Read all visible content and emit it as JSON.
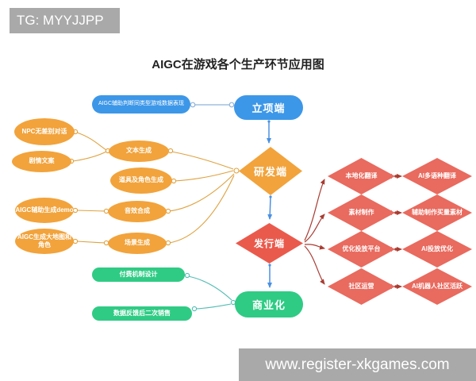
{
  "watermarks": {
    "top": "TG: MYYJJPP",
    "bottom": "www.register-xkgames.com"
  },
  "diagram": {
    "title": "AIGC在游戏各个生产环节应用图",
    "stages": {
      "initiation": "立项端",
      "development": "研发端",
      "publishing": "发行端",
      "commercialization": "商业化"
    },
    "initiation_input": "AIGC辅助判断同类型游戏数据表现",
    "dev_examples": [
      "NPC无差别对话",
      "剧情文案",
      "AIGC辅助生成demo",
      "AIGC生成大地图和角色"
    ],
    "dev_capabilities": [
      "文本生成",
      "道具及角色生成",
      "音效合成",
      "场景生成"
    ],
    "publishing_rows": [
      {
        "task": "本地化翻译",
        "ai_support": "AI多语种翻译"
      },
      {
        "task": "素材制作",
        "ai_support": "辅助制作买量素材"
      },
      {
        "task": "优化投放平台",
        "ai_support": "AI投放优化"
      },
      {
        "task": "社区运营",
        "ai_support": "AI机器人社区活跃"
      }
    ],
    "commercial_inputs": [
      "付费机制设计",
      "数据反馈后二次销售"
    ]
  },
  "colors": {
    "stage_blue": "#3d97e8",
    "node_orange": "#f2a33b",
    "stage_red": "#ea5a4c",
    "task_salmon": "#e96a5e",
    "stage_green": "#2fcb84",
    "watermark_gray": "#a9a9a9",
    "arrow_blue": "#4a90e2",
    "curve_orange": "#dfa23f",
    "curve_maroon": "#a93c32",
    "curve_teal": "#52bdb4",
    "link_blue_gray": "#8fb3d9"
  }
}
